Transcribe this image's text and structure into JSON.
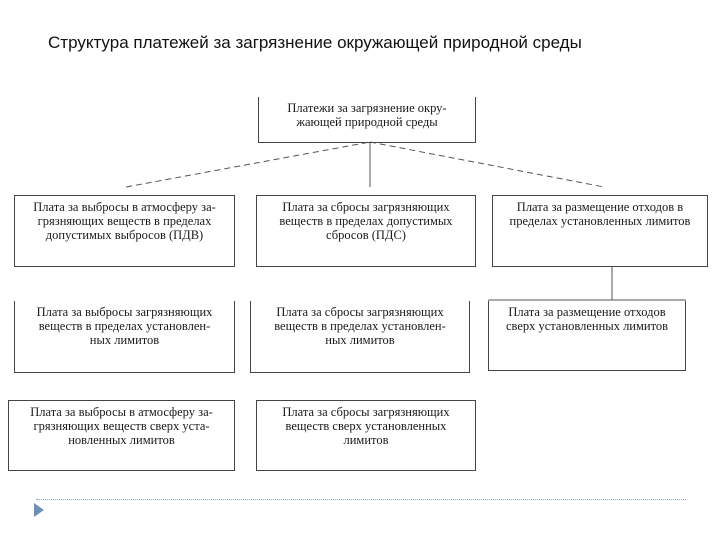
{
  "title": "Структура платежей за загрязнение окружающей природной среды",
  "boxes": {
    "root": "Платежи за загрязнение окру-\nжающей природной среды",
    "r1c1": "Плата за выбросы в атмосферу за-\nгрязняющих веществ в пределах\nдопустимых выбросов (ПДВ)",
    "r1c2": "Плата за сбросы загрязняющих\nвеществ в пределах допустимых\nсбросов (ПДС)",
    "r1c3": "Плата за размещение отходов в\nпределах установленных лимитов",
    "r2c1": "Плата за выбросы загрязняющих\nвеществ в пределах установлен-\nных лимитов",
    "r2c2": "Плата за сбросы загрязняющих\nвеществ в пределах установлен-\nных лимитов",
    "r2c3": "Плата за размещение отходов\nсверх установленных лимитов",
    "r3c1": "Плата за выбросы в атмосферу за-\nгрязняющих веществ сверх уста-\nновленных лимитов",
    "r3c2": "Плата за сбросы загрязняющих\nвеществ сверх установленных\nлимитов"
  },
  "icons": {
    "nav": "triangle-right-icon"
  }
}
